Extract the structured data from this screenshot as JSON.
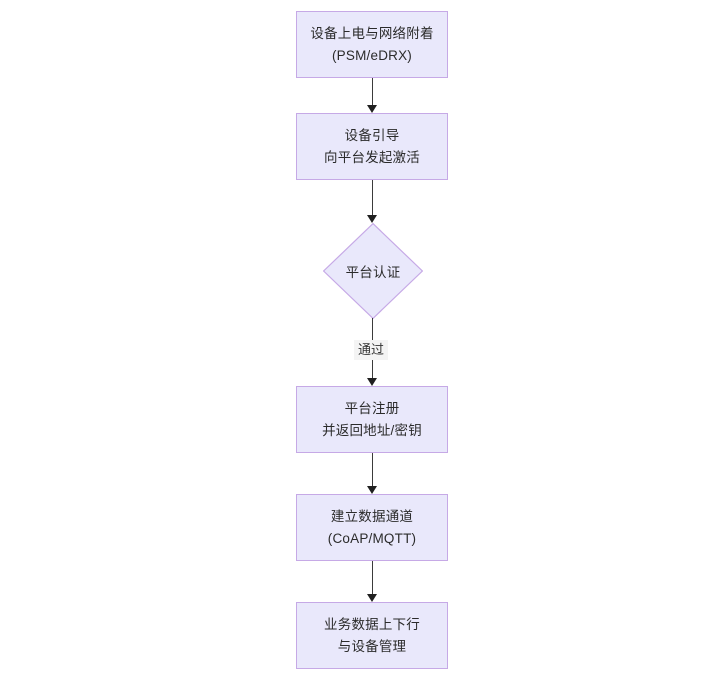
{
  "diagram": {
    "type": "flowchart",
    "orientation": "top-to-bottom",
    "background_color": "#ffffff",
    "node_fill_color": "#e9e8fb",
    "node_border_color": "#c6a9e6",
    "text_color": "#2b2b2b",
    "connector_color": "#3b3b3b",
    "nodes": [
      {
        "id": "power-on",
        "shape": "rectangle",
        "line1": "设备上电与网络附着",
        "line2": "(PSM/eDRX)"
      },
      {
        "id": "bootstrap",
        "shape": "rectangle",
        "line1": "设备引导",
        "line2": "向平台发起激活"
      },
      {
        "id": "platform-auth",
        "shape": "diamond",
        "line1": "平台认证",
        "line2": ""
      },
      {
        "id": "platform-register",
        "shape": "rectangle",
        "line1": "平台注册",
        "line2": "并返回地址/密钥"
      },
      {
        "id": "data-channel",
        "shape": "rectangle",
        "line1": "建立数据通道",
        "line2": "(CoAP/MQTT)"
      },
      {
        "id": "business-data",
        "shape": "rectangle",
        "line1": "业务数据上下行",
        "line2": "与设备管理"
      }
    ],
    "edges": [
      {
        "id": "e1",
        "from": "power-on",
        "to": "bootstrap",
        "label": ""
      },
      {
        "id": "e2",
        "from": "bootstrap",
        "to": "platform-auth",
        "label": ""
      },
      {
        "id": "e3",
        "from": "platform-auth",
        "to": "platform-register",
        "label": "通过"
      },
      {
        "id": "e4",
        "from": "platform-register",
        "to": "data-channel",
        "label": ""
      },
      {
        "id": "e5",
        "from": "data-channel",
        "to": "business-data",
        "label": ""
      }
    ]
  }
}
